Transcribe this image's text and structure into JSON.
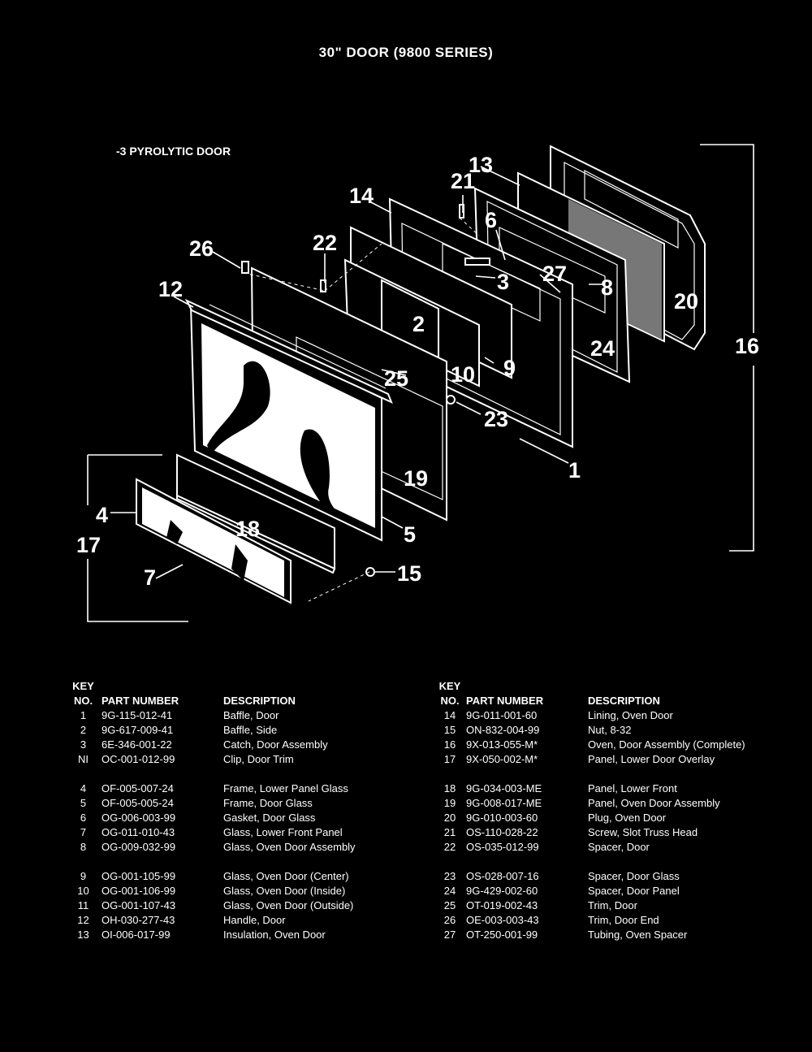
{
  "title": "30\" DOOR (9800 SERIES)",
  "subtitle": "-3 PYROLYTIC DOOR",
  "callouts": {
    "c1": "1",
    "c2": "2",
    "c3": "3",
    "c4": "4",
    "c5": "5",
    "c6": "6",
    "c7": "7",
    "c8": "8",
    "c9": "9",
    "c10": "10",
    "c12": "12",
    "c13": "13",
    "c14": "14",
    "c15": "15",
    "c16": "16",
    "c17": "17",
    "c18": "18",
    "c19": "19",
    "c20": "20",
    "c21": "21",
    "c22": "22",
    "c23": "23",
    "c24": "24",
    "c25": "25",
    "c26": "26",
    "c27": "27"
  },
  "table_headers": {
    "key_line1": "KEY",
    "key_line2": "NO.",
    "part_number": "PART NUMBER",
    "description": "DESCRIPTION"
  },
  "parts_left": [
    {
      "key": "1",
      "part": "9G-115-012-41",
      "desc": "Baffle, Door"
    },
    {
      "key": "2",
      "part": "9G-617-009-41",
      "desc": "Baffle, Side"
    },
    {
      "key": "3",
      "part": "6E-346-001-22",
      "desc": "Catch, Door Assembly"
    },
    {
      "key": "NI",
      "part": "OC-001-012-99",
      "desc": "Clip, Door Trim"
    },
    {
      "key": "4",
      "part": "OF-005-007-24",
      "desc": "Frame, Lower Panel Glass"
    },
    {
      "key": "5",
      "part": "OF-005-005-24",
      "desc": "Frame, Door Glass"
    },
    {
      "key": "6",
      "part": "OG-006-003-99",
      "desc": "Gasket, Door Glass"
    },
    {
      "key": "7",
      "part": "OG-011-010-43",
      "desc": "Glass, Lower Front Panel"
    },
    {
      "key": "8",
      "part": "OG-009-032-99",
      "desc": "Glass, Oven Door Assembly"
    },
    {
      "key": "9",
      "part": "OG-001-105-99",
      "desc": "Glass, Oven Door (Center)"
    },
    {
      "key": "10",
      "part": "OG-001-106-99",
      "desc": "Glass, Oven Door (Inside)"
    },
    {
      "key": "11",
      "part": "OG-001-107-43",
      "desc": "Glass, Oven Door (Outside)"
    },
    {
      "key": "12",
      "part": "OH-030-277-43",
      "desc": "Handle, Door"
    },
    {
      "key": "13",
      "part": "OI-006-017-99",
      "desc": "Insulation, Oven Door"
    }
  ],
  "parts_right": [
    {
      "key": "14",
      "part": "9G-011-001-60",
      "desc": "Lining, Oven Door"
    },
    {
      "key": "15",
      "part": "ON-832-004-99",
      "desc": "Nut, 8-32"
    },
    {
      "key": "16",
      "part": "9X-013-055-M*",
      "desc": "Oven, Door Assembly (Complete)"
    },
    {
      "key": "17",
      "part": "9X-050-002-M*",
      "desc": "Panel, Lower Door Overlay"
    },
    {
      "key": "18",
      "part": "9G-034-003-ME",
      "desc": "Panel, Lower Front"
    },
    {
      "key": "19",
      "part": "9G-008-017-ME",
      "desc": "Panel, Oven Door Assembly"
    },
    {
      "key": "20",
      "part": "9G-010-003-60",
      "desc": "Plug, Oven Door"
    },
    {
      "key": "21",
      "part": "OS-110-028-22",
      "desc": "Screw, Slot Truss Head"
    },
    {
      "key": "22",
      "part": "OS-035-012-99",
      "desc": "Spacer, Door"
    },
    {
      "key": "23",
      "part": "OS-028-007-16",
      "desc": "Spacer, Door Glass"
    },
    {
      "key": "24",
      "part": "9G-429-002-60",
      "desc": "Spacer, Door Panel"
    },
    {
      "key": "25",
      "part": "OT-019-002-43",
      "desc": "Trim, Door"
    },
    {
      "key": "26",
      "part": "OE-003-003-43",
      "desc": "Trim, Door End"
    },
    {
      "key": "27",
      "part": "OT-250-001-99",
      "desc": "Tubing, Oven Spacer"
    }
  ]
}
